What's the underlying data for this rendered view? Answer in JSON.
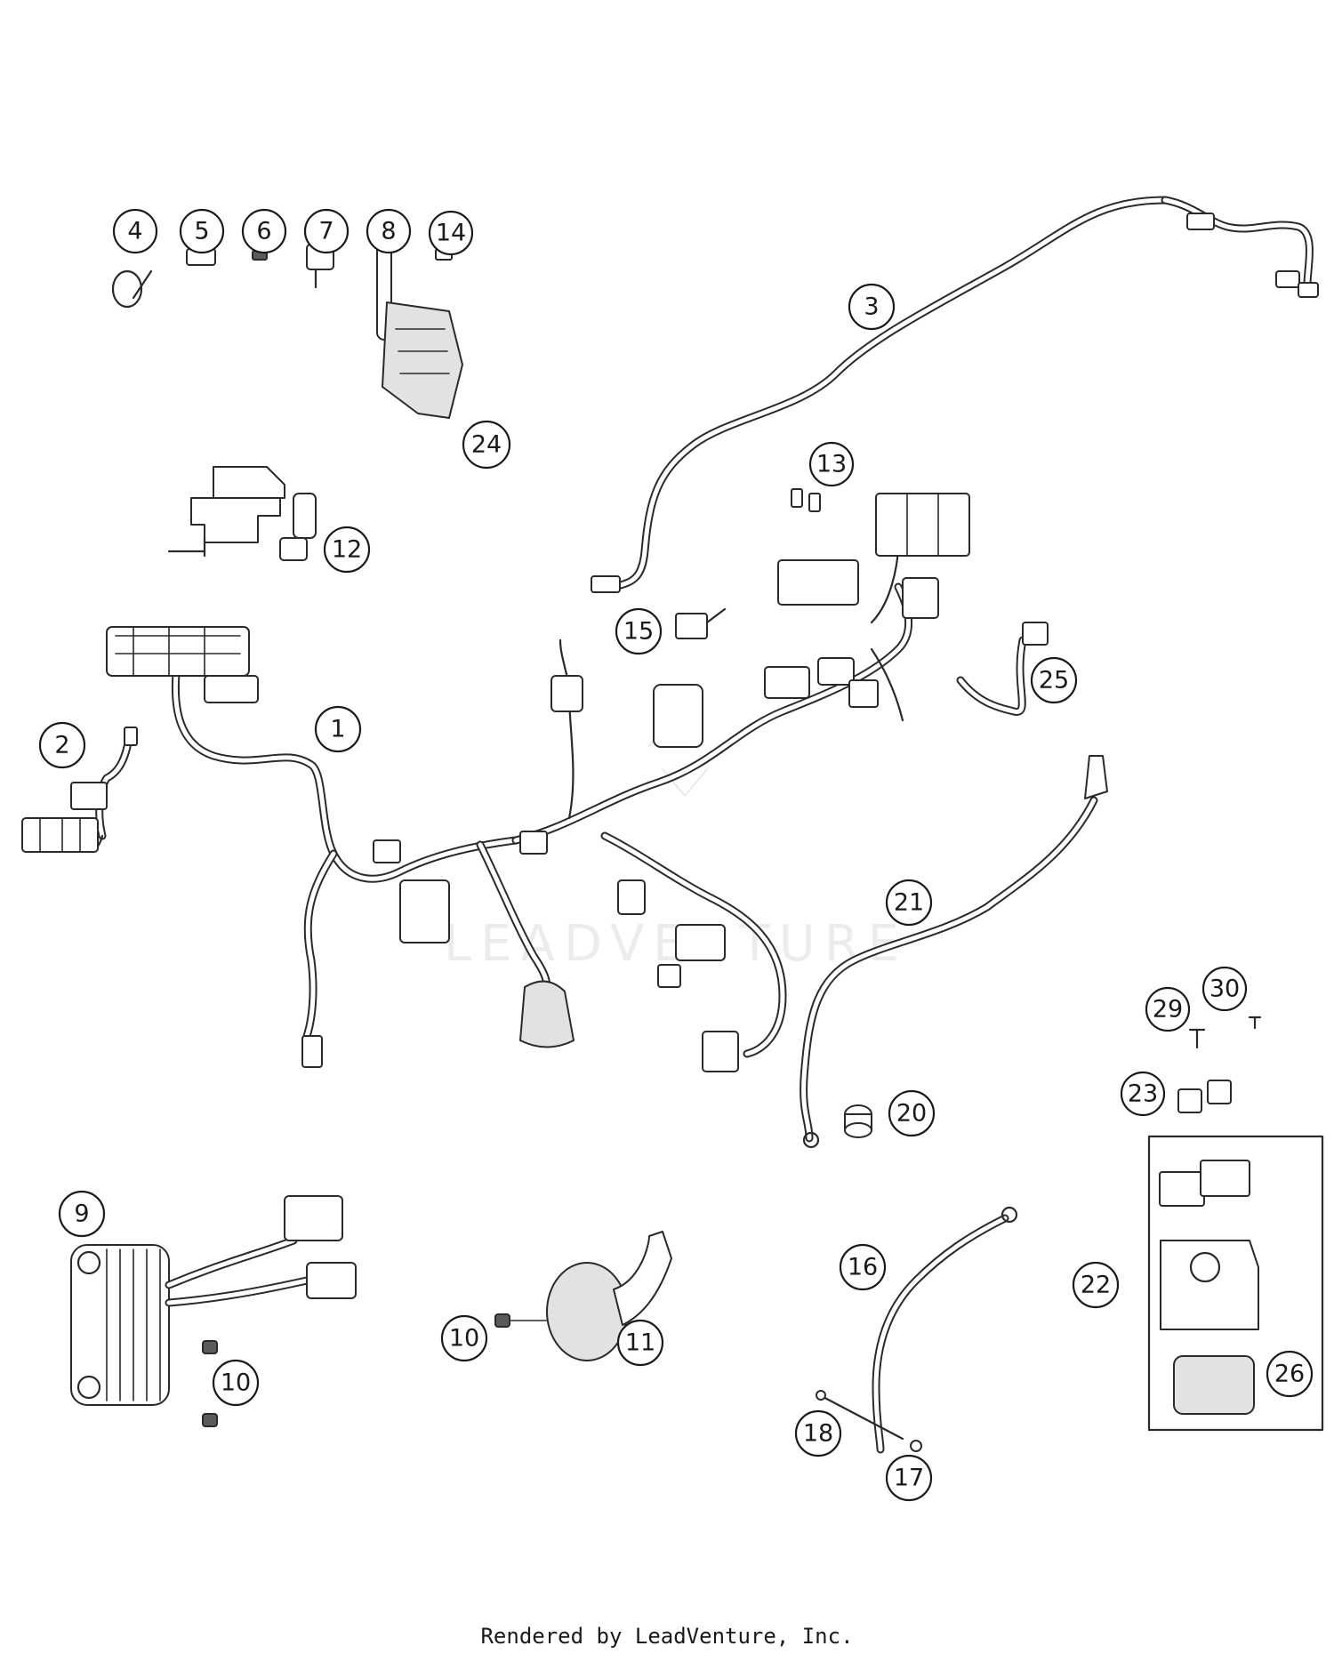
{
  "callouts": [
    "1",
    "2",
    "3",
    "4",
    "5",
    "6",
    "7",
    "8",
    "9",
    "10",
    "10",
    "11",
    "12",
    "13",
    "14",
    "15",
    "16",
    "17",
    "18",
    "20",
    "21",
    "22",
    "23",
    "24",
    "25",
    "26",
    "29",
    "30"
  ],
  "watermark": "LEADVENTURE",
  "footer": "Rendered by LeadVenture, Inc.",
  "colors": {
    "line": "#2a2a2a",
    "background": "#ffffff"
  }
}
